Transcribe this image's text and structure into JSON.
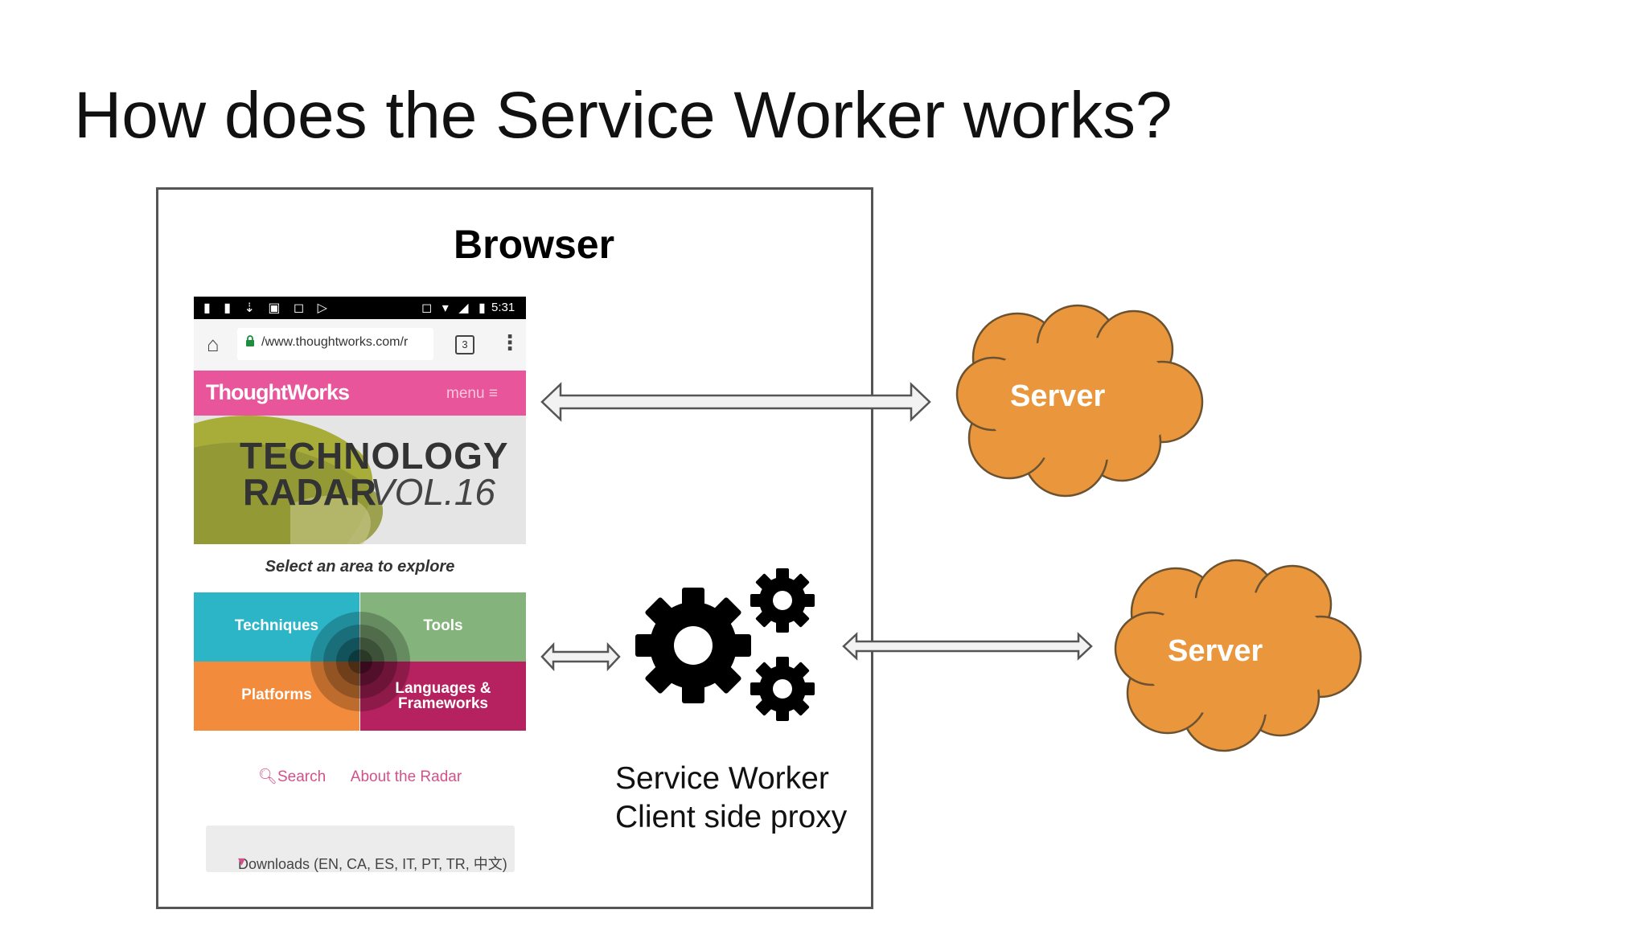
{
  "slide": {
    "title": "How does the Service Worker works?"
  },
  "browser": {
    "label": "Browser"
  },
  "phone": {
    "status_time": "5:31",
    "url": "/www.thoughtworks.com/r",
    "tab_count": "3",
    "site_logo": "ThoughtWorks",
    "menu_label": "menu",
    "banner_line1": "TECHNOLOGY",
    "banner_line2": "RADAR",
    "banner_vol": "VOL.16",
    "select_prompt": "Select an area to explore",
    "quadrants": {
      "techniques": "Techniques",
      "tools": "Tools",
      "platforms": "Platforms",
      "languages_line1": "Languages &",
      "languages_line2": "Frameworks"
    },
    "search_link": "Search",
    "about_link": "About the Radar",
    "downloads": "Downloads (EN, CA, ES, IT, PT, TR, 中文)"
  },
  "service_worker": {
    "line1": "Service Worker",
    "line2": "Client side proxy"
  },
  "servers": {
    "top_label": "Server",
    "bottom_label": "Server"
  },
  "colors": {
    "cloud_fill": "#ea963c",
    "cloud_stroke": "#6b5230",
    "arrow_fill": "#f2f2f2",
    "arrow_stroke": "#555555",
    "thoughtworks_pink": "#e9559a"
  }
}
